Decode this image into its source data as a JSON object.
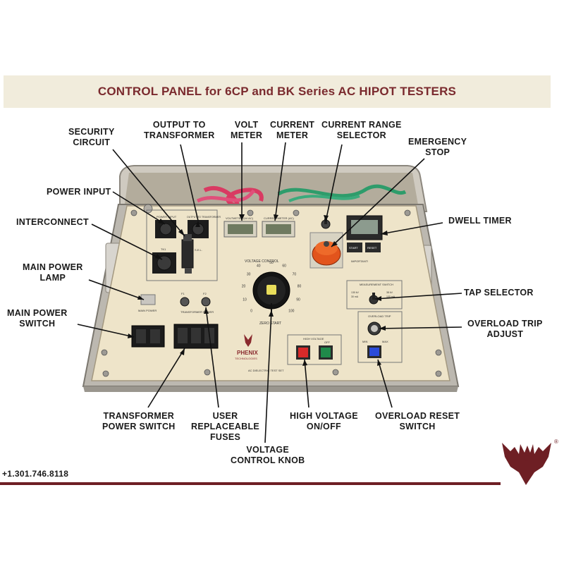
{
  "header": {
    "title": "CONTROL PANEL for 6CP and BK Series AC HIPOT TESTERS"
  },
  "colors": {
    "title": "#7a2a2e",
    "panel_face": "#eee4c9",
    "brand_red": "#6e1f24",
    "lid": "#d4d0c8"
  },
  "callouts": {
    "security_circuit": [
      "SECURITY",
      "CIRCUIT"
    ],
    "output_to_transformer": [
      "OUTPUT TO",
      "TRANSFORMER"
    ],
    "volt_meter": [
      "VOLT",
      "METER"
    ],
    "current_meter": [
      "CURRENT",
      "METER"
    ],
    "current_range_selector": [
      "CURRENT RANGE",
      "SELECTOR"
    ],
    "emergency_stop": [
      "EMERGENCY",
      "STOP"
    ],
    "power_input": [
      "POWER INPUT"
    ],
    "interconnect": [
      "INTERCONNECT"
    ],
    "dwell_timer": [
      "DWELL TIMER"
    ],
    "main_power_lamp": [
      "MAIN POWER",
      "LAMP"
    ],
    "main_power_switch": [
      "MAIN POWER",
      "SWITCH"
    ],
    "tap_selector": [
      "TAP SELECTOR"
    ],
    "overload_trip_adjust": [
      "OVERLOAD TRIP",
      "ADJUST"
    ],
    "transformer_power_switch": [
      "TRANSFORMER",
      "POWER SWITCH"
    ],
    "user_replaceable_fuses": [
      "USER",
      "REPLACEABLE",
      "FUSES"
    ],
    "high_voltage_on_off": [
      "HIGH VOLTAGE",
      "ON/OFF"
    ],
    "overload_reset_switch": [
      "OVERLOAD RESET",
      "SWITCH"
    ],
    "voltage_control_knob": [
      "VOLTAGE",
      "CONTROL KNOB"
    ]
  },
  "panel_labels": {
    "power_input": "POWER INPUT",
    "output_transformer": "OUTPUT TO TRANSFORMER",
    "tk": "TK1",
    "sec": "S.E.L.",
    "voltmeter": "VOLTMETER (kV AC)",
    "currentmeter": "CURRENTMETER (AC)",
    "voltage_control": "VOLTAGE   CONTROL",
    "zero_start": "ZERO START",
    "main_power": "MAIN POWER",
    "transformer_power": "TRANSFORMER POWER",
    "fuse_1": "F1",
    "fuse_2": "F2",
    "high_voltage": "HIGH VOLTAGE",
    "off": "OFF",
    "brand_name": "PHENIX",
    "brand_sub": "TECHNOLOGIES",
    "model": "AC DIELECTRIC TEST SET",
    "measurement": "MEASUREMENT SWITCH",
    "overload_trip": "OVERLOAD TRIP",
    "min": "MIN",
    "max": "MAX",
    "start": "START",
    "reset": "RESET",
    "tap_left": "130 kV",
    "tap_left_2": "30 mA",
    "tap_right": "38 kV",
    "tap_right_2": "100 mA",
    "important": "IMPORTANT!"
  },
  "dial_ticks": [
    "0",
    "10",
    "20",
    "30",
    "40",
    "50",
    "60",
    "70",
    "80",
    "90",
    "100"
  ],
  "footer": {
    "phone": "+1.301.746.8118",
    "trademark": "®"
  }
}
